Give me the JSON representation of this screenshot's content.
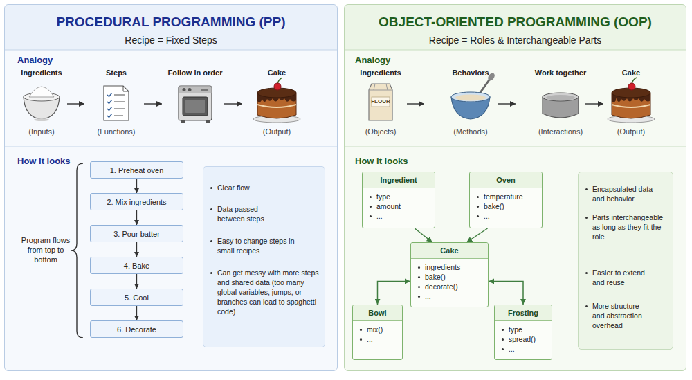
{
  "diagram": {
    "nodes": [
      {
        "text": [
          "PROCEDURAL PROGRAMMING (PP)",
          "Recipe = Fixed Steps"
        ]
      },
      {
        "text": [
          "1. Preheat oven"
        ],
        "in": 0
      },
      {
        "text": [
          "2. Mix ingredients"
        ],
        "in": 0
      },
      {
        "text": [
          "3. Pour batter"
        ],
        "in": 0
      },
      {
        "text": [
          "4. Bake"
        ],
        "in": 0
      },
      {
        "text": [
          "5. Cool"
        ],
        "in": 0
      },
      {
        "text": [
          "6. Decorate"
        ],
        "in": 0
      },
      {
        "text": [
          "Clear flow",
          "Data passed between steps",
          "Easy to change steps in small recipes",
          "Can get messy with more steps and shared data (too many global variables, jumps, or branches can lead to spaghetti code)"
        ],
        "in": 0
      },
      {
        "text": [
          "OBJECT-ORIENTED PROGRAMMING (OOP)",
          "Recipe = Roles & Interchangeable Parts"
        ]
      },
      {
        "text": [
          "Ingredient",
          "type",
          "amount",
          "..."
        ],
        "in": 8
      },
      {
        "text": [
          "Oven",
          "temperature",
          "bake()",
          "..."
        ],
        "in": 8
      },
      {
        "text": [
          "Cake",
          "ingredients",
          "bake()",
          "decorate()",
          "..."
        ],
        "in": 8
      },
      {
        "text": [
          "Bowl",
          "mix()",
          "..."
        ],
        "in": 8
      },
      {
        "text": [
          "Frosting",
          "type",
          "spread()",
          "..."
        ],
        "in": 8
      },
      {
        "text": [
          "Encapsulated data and behavior",
          "Parts interchangeable as long as they fit the role",
          "Easier to extend and reuse",
          "More structure and abstraction overhead"
        ],
        "in": 8
      }
    ],
    "edges": [
      {
        "from": 1,
        "to": 2,
        "arrow": "to"
      },
      {
        "from": 2,
        "to": 3,
        "arrow": "to"
      },
      {
        "from": 3,
        "to": 4,
        "arrow": "to"
      },
      {
        "from": 4,
        "to": 5,
        "arrow": "to"
      },
      {
        "from": 5,
        "to": 6,
        "arrow": "to"
      },
      {
        "from": 9,
        "to": 11,
        "arrow": "to"
      },
      {
        "from": 10,
        "to": 11,
        "arrow": "to"
      },
      {
        "from": 11,
        "to": 12,
        "arrow": "both"
      },
      {
        "from": 11,
        "to": 13,
        "arrow": "both"
      }
    ],
    "labels": [
      "Analogy",
      "Ingredients",
      "(Inputs)",
      "Steps",
      "(Functions)",
      "Follow in order",
      "Cake",
      "(Output)",
      "How it looks",
      "Program flows from top to bottom",
      "Analogy",
      "Ingredients",
      "FLOUR",
      "(Objects)",
      "Behaviors",
      "(Methods)",
      "Work together",
      "(Interactions)",
      "Cake",
      "(Output)",
      "How it looks"
    ]
  }
}
